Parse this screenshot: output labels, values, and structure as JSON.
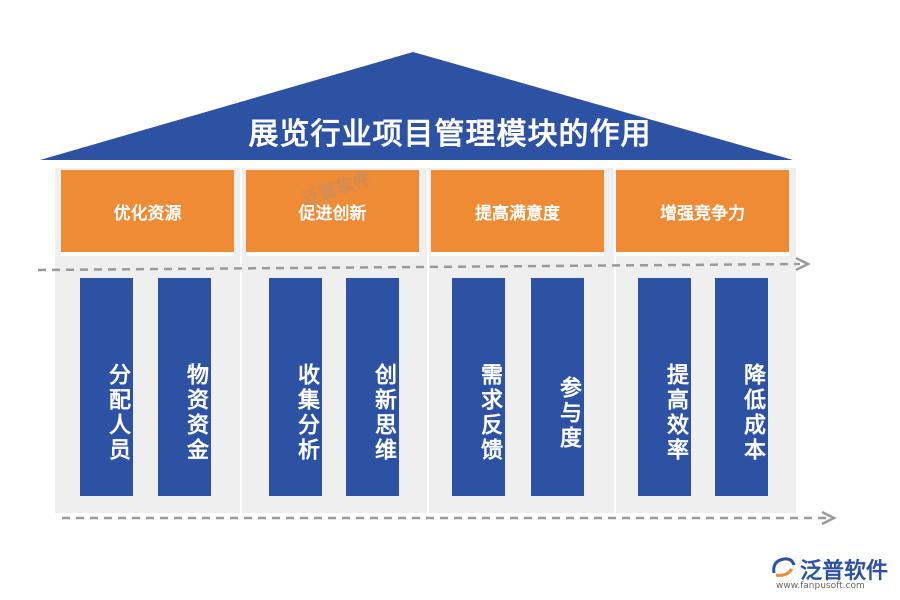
{
  "title": "展览行业项目管理模块的作用",
  "pillars": [
    {
      "header": "优化资源",
      "items": [
        "分配人员",
        "物资资金"
      ]
    },
    {
      "header": "促进创新",
      "items": [
        "收集分析",
        "创新思维"
      ]
    },
    {
      "header": "提高满意度",
      "items": [
        "需求反馈",
        "参与度"
      ]
    },
    {
      "header": "增强竞争力",
      "items": [
        "提高效率",
        "降低成本"
      ]
    }
  ],
  "watermark": "泛普软件",
  "logo": {
    "name": "泛普软件",
    "url": "www.fanpusoft.com"
  },
  "colors": {
    "roof": "#2d52a3",
    "header": "#ef8a35",
    "column": "#2d52a3",
    "panel": "#efefef",
    "arrow": "#9a9a9a"
  }
}
